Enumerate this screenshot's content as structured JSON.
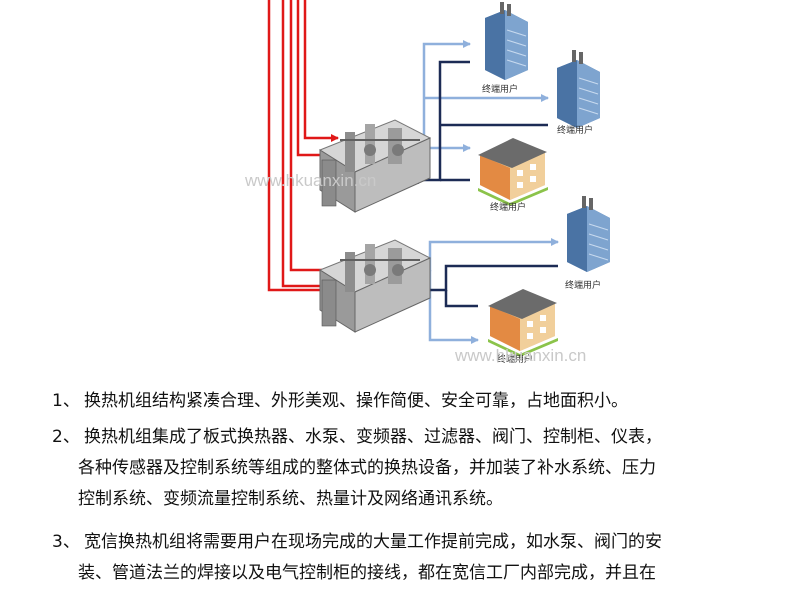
{
  "diagram": {
    "end_user_label": "终端用户",
    "watermark_1": "www.hkuanxin.cn",
    "watermark_2": "www.hkuanxin.cn",
    "colors": {
      "supply": "#e01818",
      "return_dark": "#1c2b55",
      "branch_light": "#8fb0dc"
    }
  },
  "features": [
    {
      "num": "1、",
      "lines": [
        "换热机组结构紧凑合理、外形美观、操作简便、安全可靠，占地面积小。"
      ]
    },
    {
      "num": "2、",
      "lines": [
        "换热机组集成了板式换热器、水泵、变频器、过滤器、阀门、控制柜、仪表，",
        "各种传感器及控制系统等组成的整体式的换热设备，并加装了补水系统、压力",
        "控制系统、变频流量控制系统、热量计及网络通讯系统。"
      ]
    },
    {
      "num": "3、",
      "lines": [
        "宽信换热机组将需要用户在现场完成的大量工作提前完成，如水泵、阀门的安",
        "装、管道法兰的焊接以及电气控制柜的接线，都在宽信工厂内部完成，并且在"
      ]
    }
  ]
}
